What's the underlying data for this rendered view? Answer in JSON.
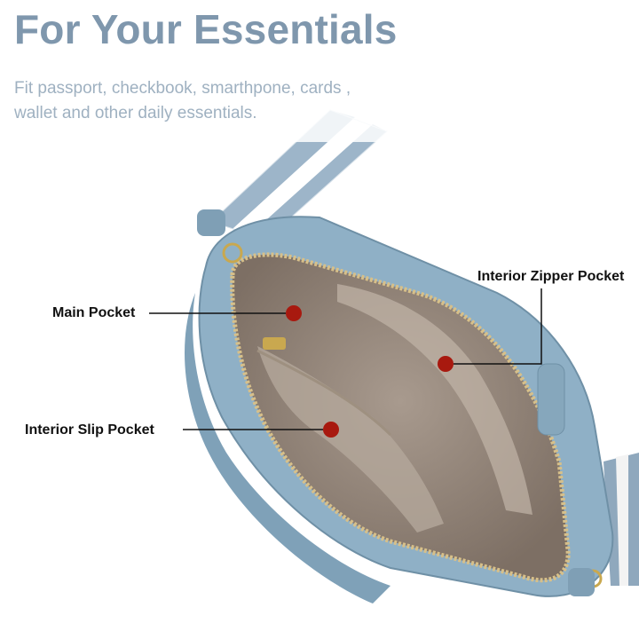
{
  "headline": "For Your Essentials",
  "description": {
    "line1": "Fit passport, checkbook, smarthpone, cards ,",
    "line2": "wallet and other daily essentials."
  },
  "callouts": {
    "main_pocket": "Main Pocket",
    "interior_zipper_pocket": "Interior Zipper Pocket",
    "interior_slip_pocket": "Interior Slip Pocket"
  },
  "colors": {
    "headline": "#7f97ad",
    "bag_leather": "#8fb0c6",
    "lining": "#9a8b7f",
    "marker": "#a8190f"
  }
}
